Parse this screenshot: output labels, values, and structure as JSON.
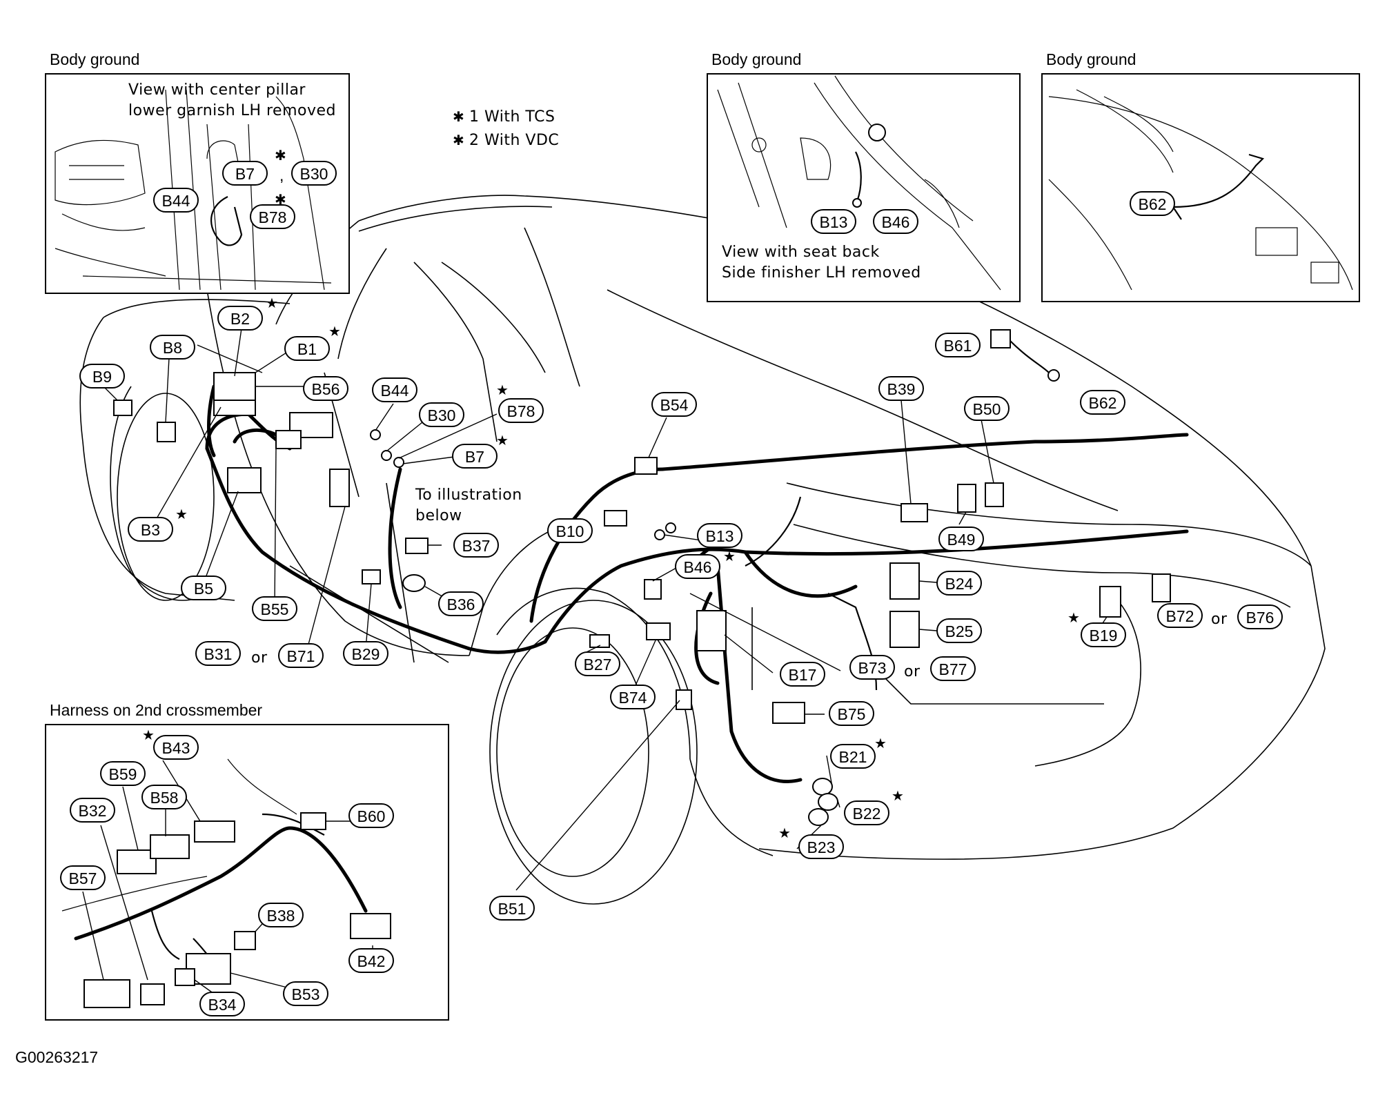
{
  "captions": {
    "body_ground_1": "Body ground",
    "body_ground_2": "Body ground",
    "body_ground_3": "Body ground",
    "harness_crossmember": "Harness on 2nd crossmember",
    "figure_id": "G00263217"
  },
  "notes": {
    "inset1_line1": "View with center pillar",
    "inset1_line2": "lower garnish LH removed",
    "inset2_line1": "View with seat back",
    "inset2_line2": "Side finisher LH removed",
    "illus_line1": "To illustration",
    "illus_line2": "below",
    "legend_1": "1  With TCS",
    "legend_2": "2  With VDC"
  },
  "labels": [
    "B7",
    "B30",
    "B44",
    "B78",
    "B13",
    "B46",
    "B62",
    "B2",
    "B8",
    "B1",
    "B9",
    "B56",
    "B44",
    "B30",
    "B78",
    "B7",
    "B3",
    "B5",
    "B55",
    "B31",
    "B71",
    "B29",
    "B37",
    "B36",
    "B54",
    "B10",
    "B13",
    "B46",
    "B27",
    "B74",
    "B51",
    "B17",
    "B75",
    "B21",
    "B22",
    "B23",
    "B39",
    "B61",
    "B62",
    "B50",
    "B49",
    "B24",
    "B25",
    "B73",
    "B77",
    "B19",
    "B72",
    "B76",
    "B43",
    "B59",
    "B58",
    "B32",
    "B60",
    "B57",
    "B38",
    "B42",
    "B53",
    "B34"
  ],
  "or_word": "or"
}
